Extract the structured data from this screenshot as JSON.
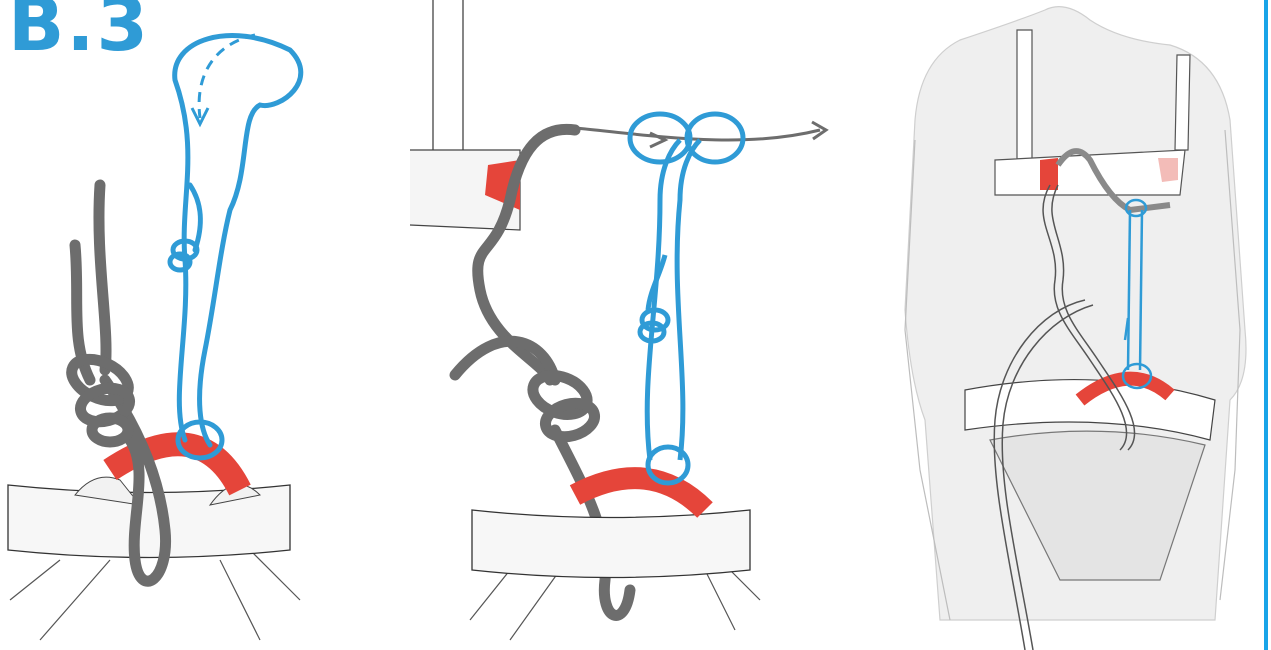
{
  "step_label": "B.3",
  "colors": {
    "accent_blue": "#2f9bd6",
    "rope_gray": "#6d6d6d",
    "belay_red": "#e5453a",
    "harness_fill": "#f7f7f7",
    "outline": "#333333",
    "border_blue": "#19a4e8"
  },
  "panels": [
    {
      "name": "panel-1",
      "icon": "harness-closeup-icon"
    },
    {
      "name": "panel-2",
      "icon": "rope-transfer-icon"
    },
    {
      "name": "panel-3",
      "icon": "person-harness-icon"
    }
  ]
}
